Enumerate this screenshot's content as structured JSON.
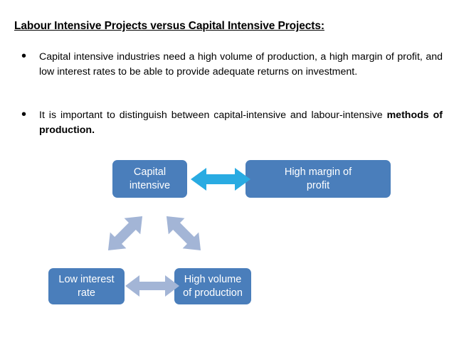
{
  "slide": {
    "title": "Labour Intensive Projects versus Capital Intensive Projects:",
    "background_color": "#ffffff"
  },
  "bullets": [
    {
      "marker": "•",
      "text_plain": "Capital intensive industries need a high volume of production, a high margin of profit, and low interest rates to be able to provide adequate returns on investment.",
      "text_normal": "Capital intensive industries need a high volume of production, a high margin of profit, and low interest rates to be able to provide adequate returns on investment.",
      "text_bold": ""
    },
    {
      "marker": "•",
      "text_plain": "It is important to distinguish between capital-intensive and labour-intensive methods of production.",
      "text_normal": "It is important to distinguish between capital-intensive and labour-intensive ",
      "text_bold": "methods of production."
    }
  ],
  "diagram": {
    "type": "cycle-relationship",
    "box_fill": "#4a7ebb",
    "box_text_color": "#ffffff",
    "arrow_accent_color": "#29abe2",
    "arrow_muted_color": "#a3b5d6",
    "nodes": [
      {
        "id": "capital-intensive",
        "label": "Capital\nintensive",
        "line1": "Capital",
        "line2": "intensive"
      },
      {
        "id": "high-margin",
        "label": "High margin of\nprofit",
        "line1": "High margin of",
        "line2": "profit"
      },
      {
        "id": "low-interest",
        "label": "Low interest\nrate",
        "line1": "Low interest",
        "line2": "rate"
      },
      {
        "id": "high-volume",
        "label": "High volume\nof production",
        "line1": "High volume",
        "line2": "of production"
      }
    ],
    "arrows": [
      {
        "id": "top",
        "from": "capital-intensive",
        "to": "high-margin",
        "direction": "double",
        "orientation": "horizontal",
        "color": "#29abe2"
      },
      {
        "id": "diag-left",
        "from": "low-interest",
        "to": "capital-intensive",
        "direction": "double",
        "orientation": "diagonal-up-right",
        "color": "#a3b5d6"
      },
      {
        "id": "diag-right",
        "from": "capital-intensive",
        "to": "high-volume",
        "direction": "double",
        "orientation": "diagonal-down-right",
        "color": "#a3b5d6"
      },
      {
        "id": "bottom",
        "from": "low-interest",
        "to": "high-volume",
        "direction": "double",
        "orientation": "horizontal",
        "color": "#a3b5d6"
      }
    ]
  }
}
